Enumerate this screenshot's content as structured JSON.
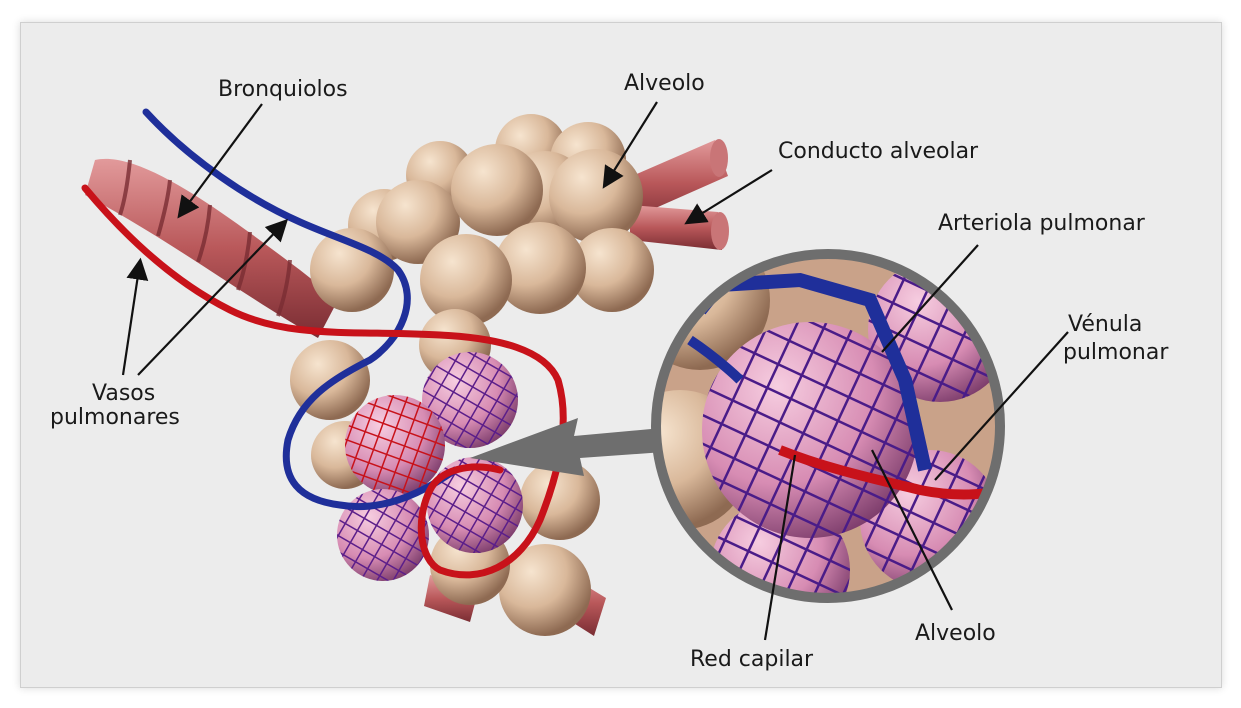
{
  "labels": {
    "bronquiolos": "Bronquiolos",
    "alveolo_top": "Alveolo",
    "conducto": "Conducto alveolar",
    "arteriola": "Arteriola pulmonar",
    "venula_1": "Vénula",
    "venula_2": "pulmonar",
    "vasos_1": "Vasos",
    "vasos_2": "pulmonares",
    "red_capilar": "Red capilar",
    "alveolo_bottom": "Alveolo"
  },
  "colors": {
    "background": "#ececec",
    "vessel_blue": "#1f2f9a",
    "vessel_red": "#c8121a",
    "alveolus": "#d9b89a",
    "bronchiole": "#b9585a",
    "capillary_mesh": "#6a1f7a",
    "zoom_ring": "#6e6e6e",
    "arrow": "#6e6e6e"
  }
}
